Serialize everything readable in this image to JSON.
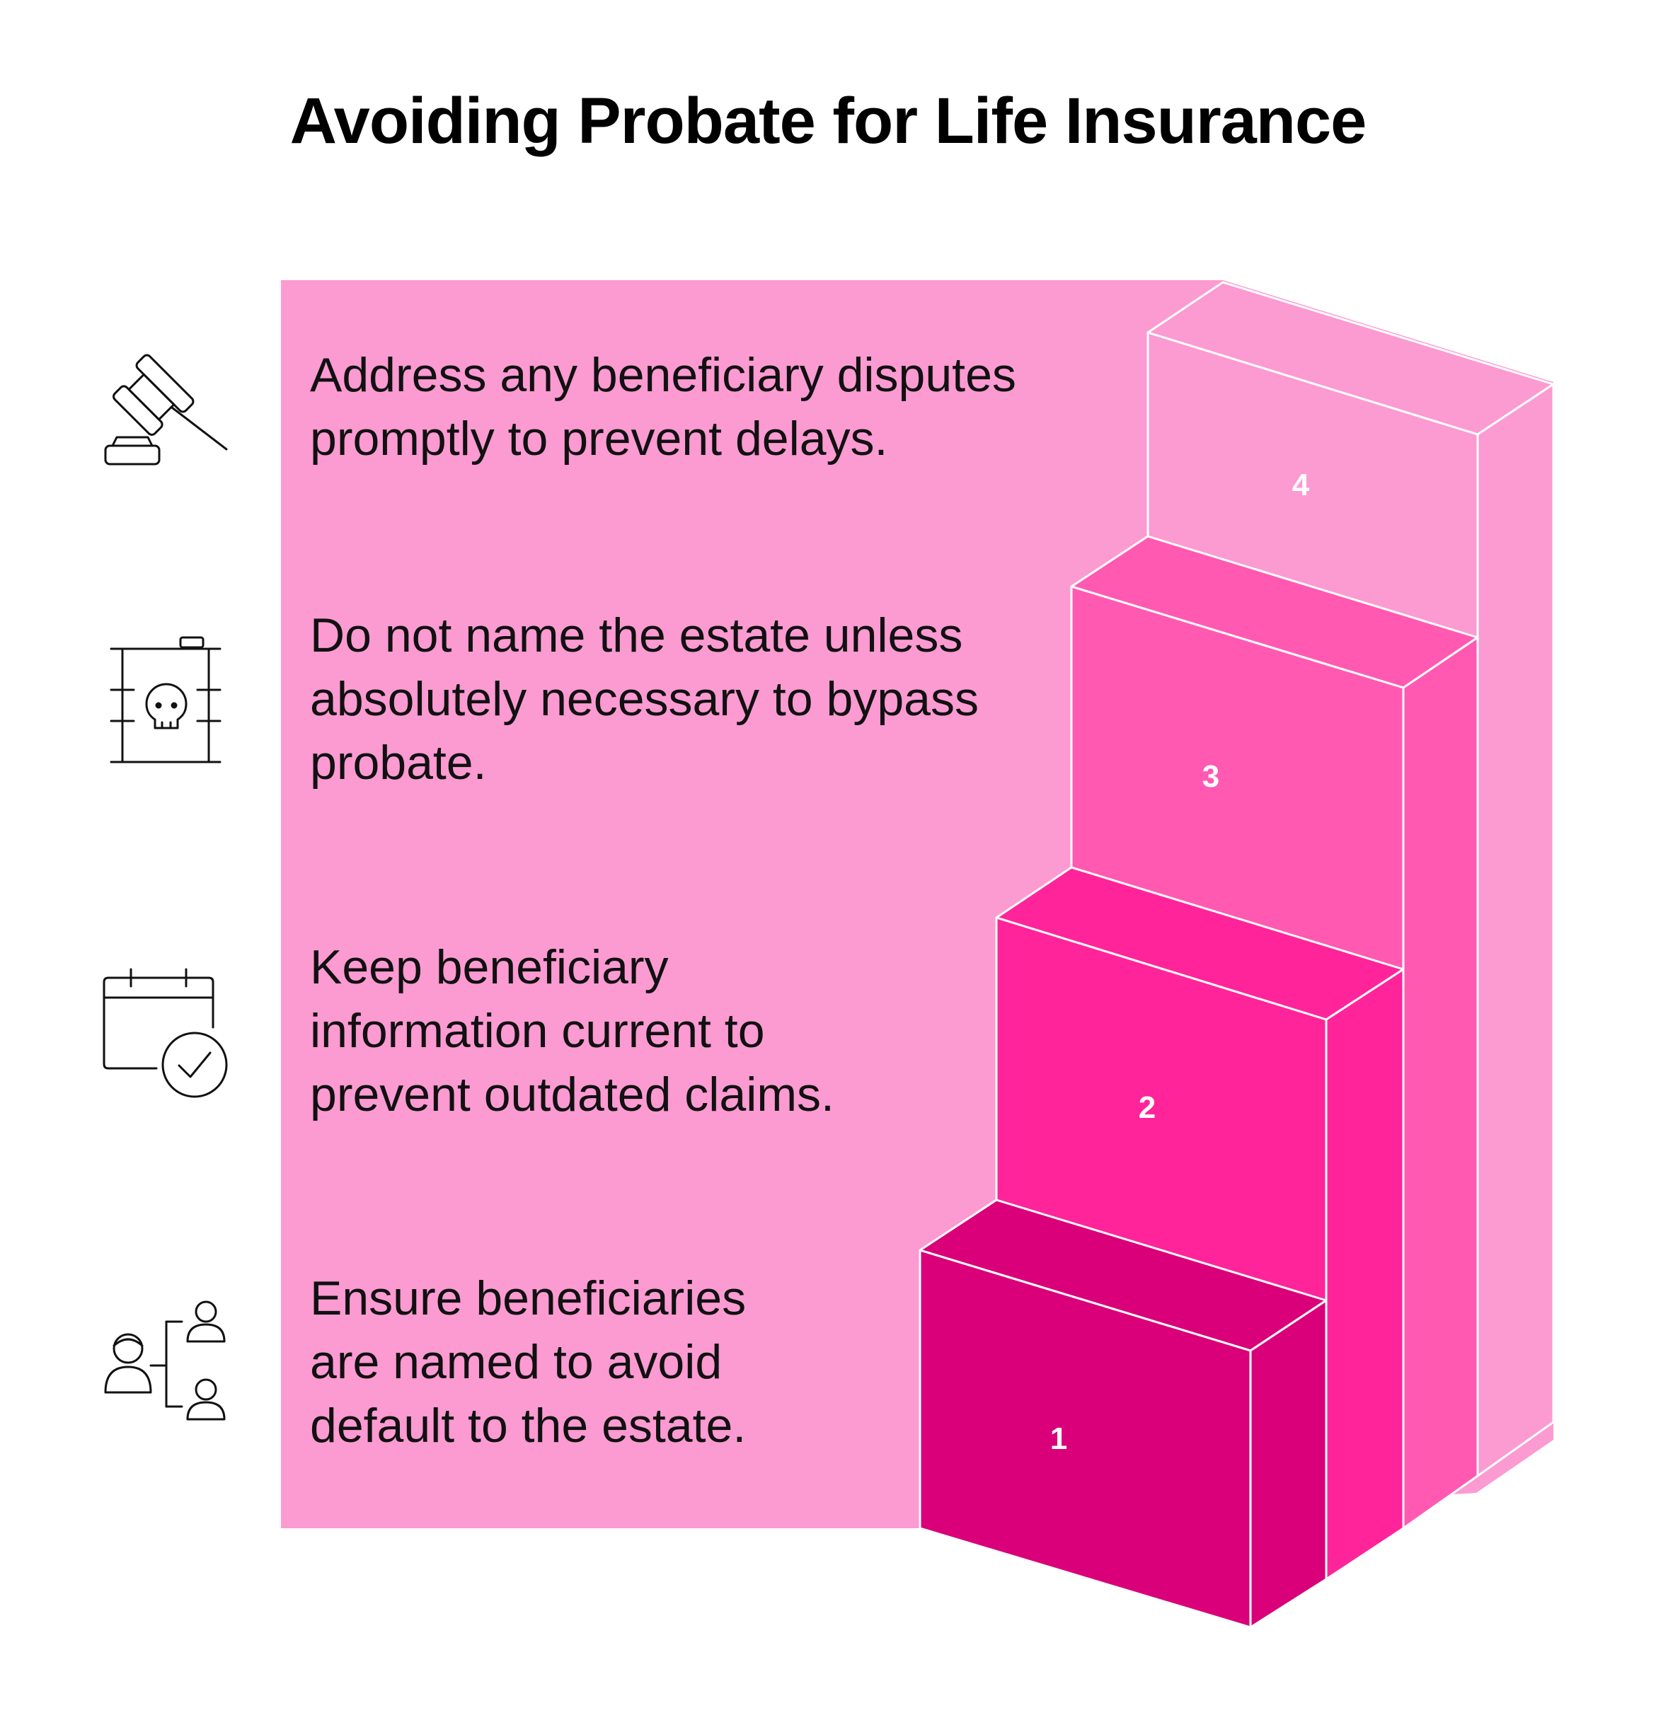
{
  "title": "Avoiding Probate for Life Insurance",
  "colors": {
    "background": "#ffffff",
    "panel": "#fc9ad2",
    "step1": "#d9007a",
    "step2": "#ff2499",
    "step3": "#ff59b2",
    "step4": "#fc9ad2",
    "outline": "#ffffff",
    "text": "#111111"
  },
  "steps": [
    {
      "number": "1",
      "text": "Ensure beneficiaries\nare named to avoid\ndefault to the estate.",
      "icon": "people-hierarchy-icon"
    },
    {
      "number": "2",
      "text": "Keep beneficiary\ninformation current to\nprevent outdated claims.",
      "icon": "calendar-check-icon"
    },
    {
      "number": "3",
      "text": "Do not name the estate unless\nabsolutely necessary to bypass\nprobate.",
      "icon": "poison-container-icon"
    },
    {
      "number": "4",
      "text": "Address any beneficiary disputes\npromptly to prevent delays.",
      "icon": "gavel-icon"
    }
  ]
}
